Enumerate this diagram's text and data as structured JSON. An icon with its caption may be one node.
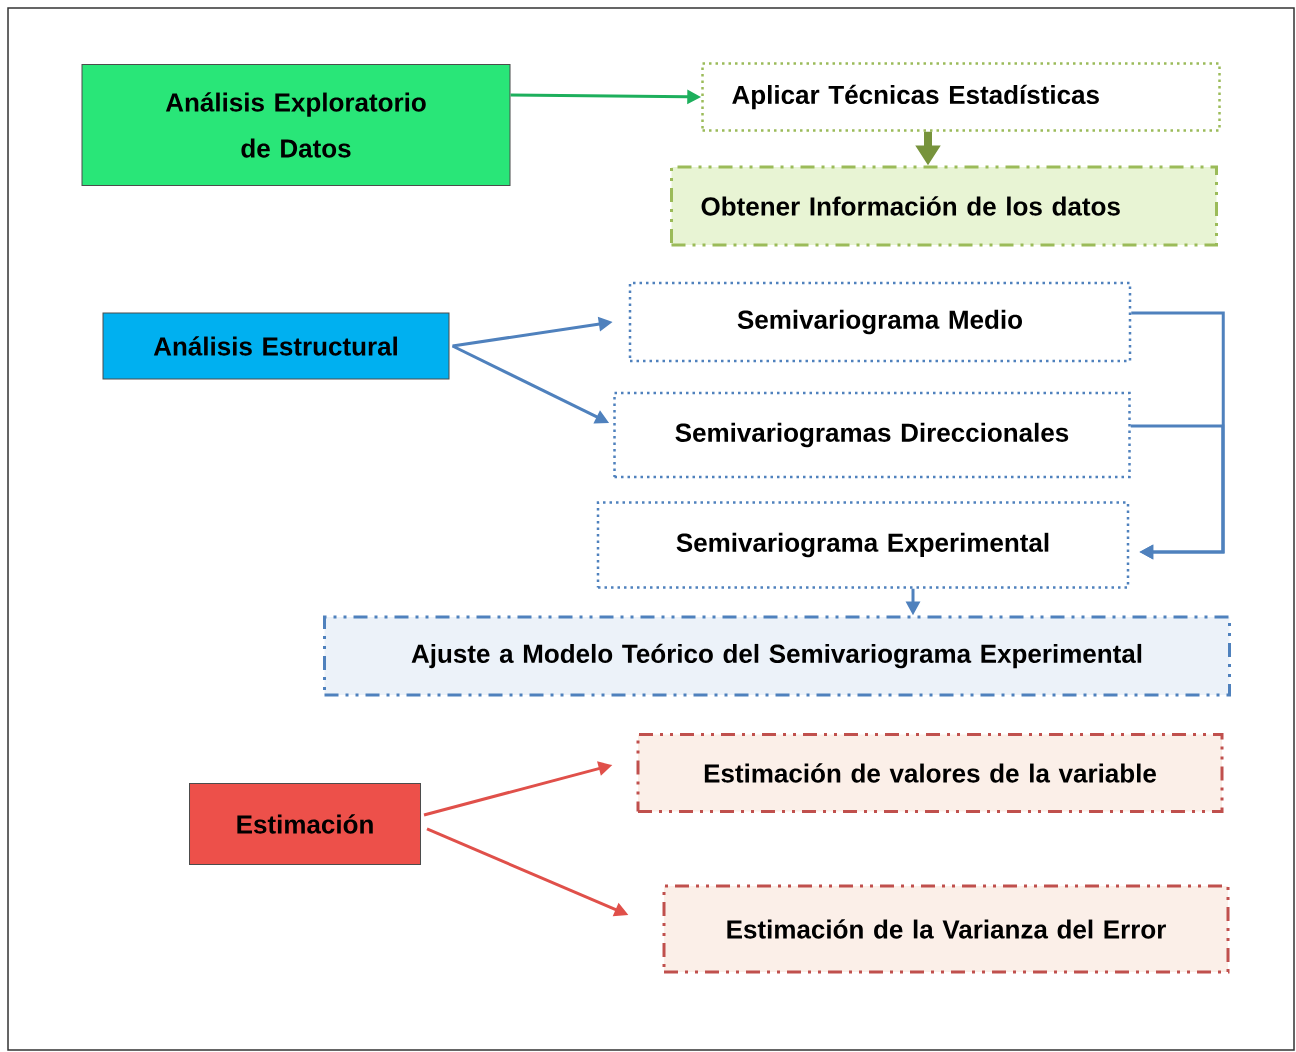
{
  "diagram": {
    "nodes": [
      {
        "text": [
          "Análisis Exploratorio de Datos"
        ]
      },
      {
        "text": [
          "Aplicar Técnicas Estadísticas"
        ]
      },
      {
        "text": [
          "Obtener Información de los datos"
        ]
      },
      {
        "text": [
          "Análisis Estructural"
        ]
      },
      {
        "text": [
          "Semivariograma Medio"
        ]
      },
      {
        "text": [
          "Semivariogramas Direccionales"
        ]
      },
      {
        "text": [
          "Semivariograma Experimental"
        ]
      },
      {
        "text": [
          "Ajuste a Modelo Teórico del Semivariograma Experimental"
        ]
      },
      {
        "text": [
          "Estimación"
        ]
      },
      {
        "text": [
          "Estimación de valores de la variable"
        ]
      },
      {
        "text": [
          "Estimación de la Varianza del Error"
        ]
      }
    ],
    "edges": [
      {
        "from": 0,
        "to": 1,
        "arrow": "to",
        "color": "#1daf5c"
      },
      {
        "from": 1,
        "to": 2,
        "arrow": "to",
        "style": "thick",
        "color": "#77933c"
      },
      {
        "from": 3,
        "to": 4,
        "arrow": "to"
      },
      {
        "from": 3,
        "to": 5,
        "arrow": "to"
      },
      {
        "from": 4,
        "to": 6,
        "arrow": "to"
      },
      {
        "from": 5,
        "to": 6,
        "arrow": "to"
      },
      {
        "from": 6,
        "to": 7,
        "arrow": "to"
      },
      {
        "from": 8,
        "to": 9,
        "arrow": "to",
        "color": "#e0504a"
      },
      {
        "from": 8,
        "to": 10,
        "arrow": "to",
        "color": "#e0504a"
      }
    ]
  }
}
